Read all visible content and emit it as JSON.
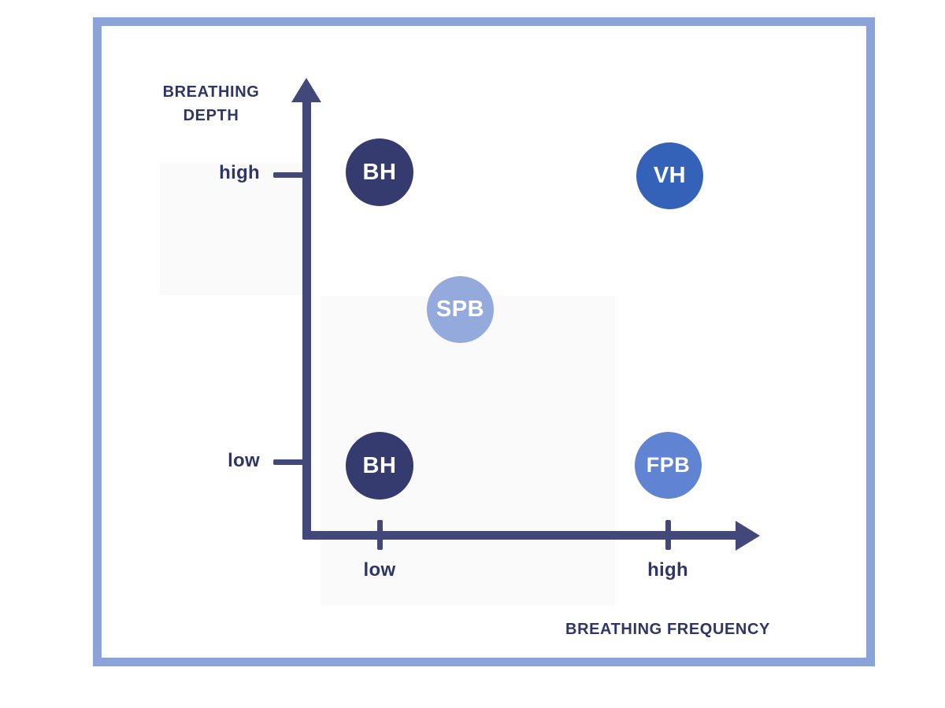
{
  "chart_data": {
    "type": "scatter",
    "title": "",
    "xlabel": "BREATHING FREQUENCY",
    "ylabel": "BREATHING DEPTH",
    "x_ticks": [
      "low",
      "high"
    ],
    "y_ticks": [
      "high",
      "low"
    ],
    "legend": false,
    "grid": false,
    "points": [
      {
        "label": "BH",
        "x": "low",
        "y": "high",
        "color": "#353B6F"
      },
      {
        "label": "VH",
        "x": "high",
        "y": "high",
        "color": "#3462B8"
      },
      {
        "label": "SPB",
        "x": "low-medium",
        "y": "medium",
        "color": "#95AADC"
      },
      {
        "label": "BH",
        "x": "low",
        "y": "low",
        "color": "#353B6F"
      },
      {
        "label": "FPB",
        "x": "high",
        "y": "low",
        "color": "#6083D2"
      }
    ]
  },
  "y_axis": {
    "title_line1": "BREATHING",
    "title_line2": "DEPTH",
    "tick_high": "high",
    "tick_low": "low"
  },
  "x_axis": {
    "title": "BREATHING FREQUENCY",
    "tick_low": "low",
    "tick_high": "high"
  },
  "colors": {
    "axis": "#424879",
    "text": "#2F3567",
    "frame_border": "#8CA3D9",
    "background": "#FFFFFF"
  }
}
